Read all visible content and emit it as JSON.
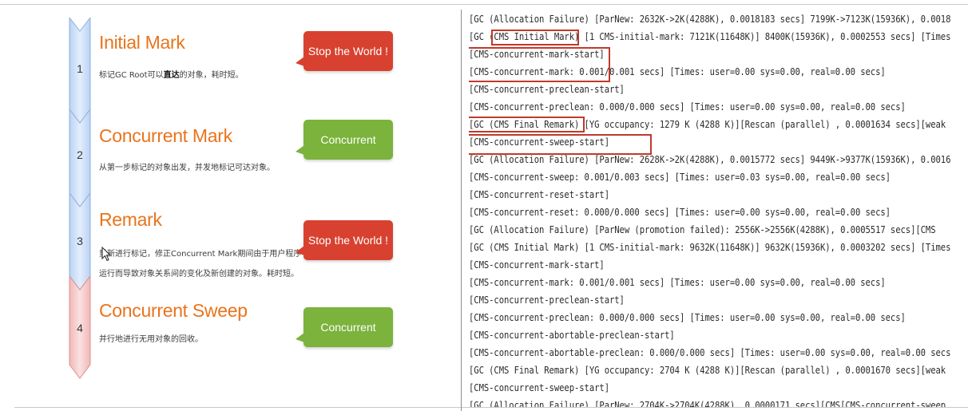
{
  "diagram": {
    "stages": [
      {
        "number": "1",
        "title": "Initial Mark",
        "desc_parts": [
          "标记GC Root可以",
          "直达",
          "的对象，耗时短。"
        ],
        "callout": "Stop the World !",
        "callout_color": "#d8412f"
      },
      {
        "number": "2",
        "title": "Concurrent Mark",
        "desc": "从第一步标记的对象出发，并发地标记可达对象。",
        "callout": "Concurrent",
        "callout_color": "#7bb33c"
      },
      {
        "number": "3",
        "title": "Remark",
        "desc_line1": "重新进行标记，修正Concurrent Mark期间由于用户程序",
        "desc_line2": "运行而导致对象关系间的变化及新创建的对象。耗时短。",
        "callout": "Stop the World !",
        "callout_color": "#d8412f"
      },
      {
        "number": "4",
        "title": "Concurrent Sweep",
        "desc": "并行地进行无用对象的回收。",
        "callout": "Concurrent",
        "callout_color": "#7bb33c"
      }
    ],
    "colors": {
      "title_orange": "#e9741c",
      "bar_blue": "#cfe0f8",
      "bar_pink": "#f7cfcf"
    }
  },
  "log": {
    "lines": [
      "[GC (Allocation Failure) [ParNew: 2632K->2K(4288K), 0.0018183 secs] 7199K->7123K(15936K), 0.0018",
      "[GC (CMS Initial Mark) [1 CMS-initial-mark: 7121K(11648K)] 8400K(15936K), 0.0002553 secs] [Times",
      "[CMS-concurrent-mark-start]",
      "[CMS-concurrent-mark: 0.001/0.001 secs] [Times: user=0.00 sys=0.00, real=0.00 secs]",
      "[CMS-concurrent-preclean-start]",
      "[CMS-concurrent-preclean: 0.000/0.000 secs] [Times: user=0.00 sys=0.00, real=0.00 secs]",
      "[GC (CMS Final Remark) [YG occupancy: 1279 K (4288 K)][Rescan (parallel) , 0.0001634 secs][weak",
      "[CMS-concurrent-sweep-start]",
      "[GC (Allocation Failure) [ParNew: 2628K->2K(4288K), 0.0015772 secs] 9449K->9377K(15936K), 0.0016",
      "[CMS-concurrent-sweep: 0.001/0.003 secs] [Times: user=0.03 sys=0.00, real=0.00 secs]",
      "[CMS-concurrent-reset-start]",
      "[CMS-concurrent-reset: 0.000/0.000 secs] [Times: user=0.00 sys=0.00, real=0.00 secs]",
      "[GC (Allocation Failure) [ParNew (promotion failed): 2556K->2556K(4288K), 0.0005517 secs][CMS",
      "[GC (CMS Initial Mark) [1 CMS-initial-mark: 9632K(11648K)] 9632K(15936K), 0.0003202 secs] [Times",
      "[CMS-concurrent-mark-start]",
      "[CMS-concurrent-mark: 0.001/0.001 secs] [Times: user=0.00 sys=0.00, real=0.00 secs]",
      "[CMS-concurrent-preclean-start]",
      "[CMS-concurrent-preclean: 0.000/0.000 secs] [Times: user=0.00 sys=0.00, real=0.00 secs]",
      "[CMS-concurrent-abortable-preclean-start]",
      "[CMS-concurrent-abortable-preclean: 0.000/0.000 secs] [Times: user=0.00 sys=0.00, real=0.00 secs",
      "[GC (CMS Final Remark) [YG occupancy: 2704 K (4288 K)][Rescan (parallel) , 0.0001670 secs][weak",
      "[CMS-concurrent-sweep-start]",
      "[GC (Allocation Failure) [ParNew: 2704K->2704K(4288K), 0.0000171 secs][CMS[CMS-concurrent-sweep"
    ],
    "highlight_color": "#c0392b"
  }
}
